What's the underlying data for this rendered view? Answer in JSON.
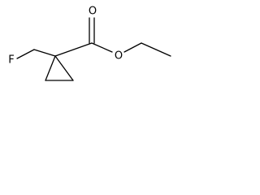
{
  "molecule": {
    "atoms": {
      "fluorine": "F",
      "carbonyl_oxygen": "O",
      "ester_oxygen": "O"
    },
    "colors": {
      "bond": "#000000",
      "label": "#000000",
      "background": "#ffffff"
    }
  }
}
